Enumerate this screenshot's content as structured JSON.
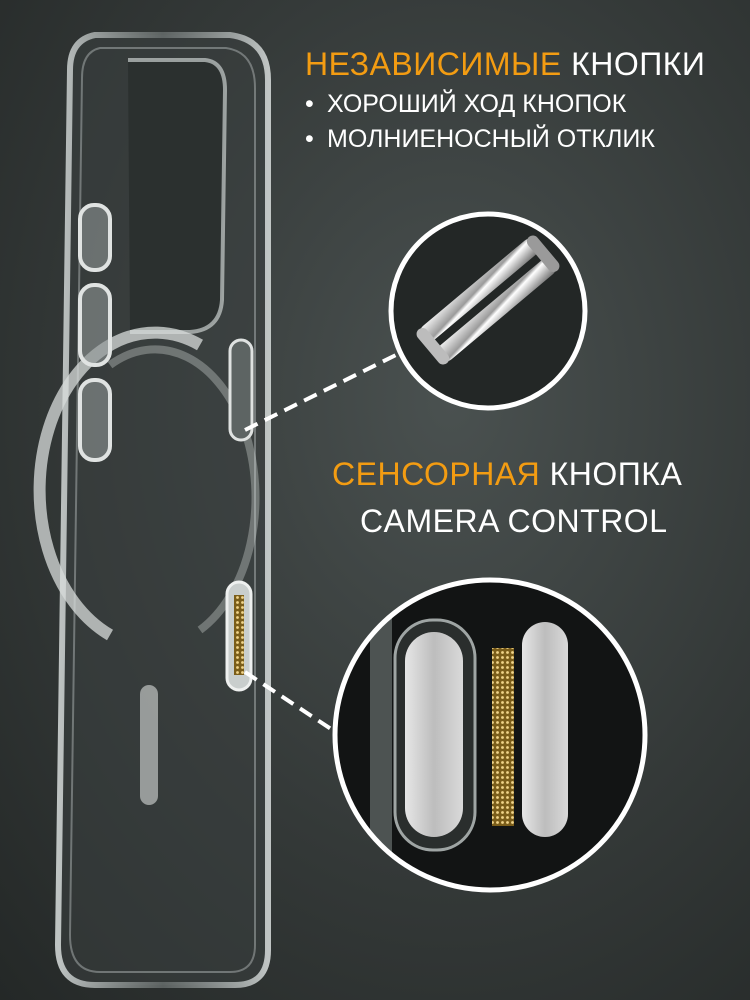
{
  "heading_buttons": {
    "accent": "НЕЗАВИСИМЫЕ",
    "rest": " КНОПКИ"
  },
  "bullets": [
    "ХОРОШИЙ ХОД КНОПОК",
    "МОЛНИЕНОСНЫЙ ОТКЛИК"
  ],
  "bullet_symbol": "•",
  "heading_sensor": {
    "accent": "СЕНСОРНАЯ",
    "rest": " КНОПКА",
    "line2": "CAMERA CONTROL"
  },
  "colors": {
    "accent": "#f39c12",
    "text": "#ffffff",
    "background": "#343938"
  }
}
